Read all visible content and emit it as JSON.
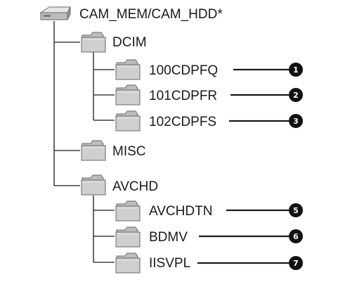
{
  "root": {
    "label": "CAM_MEM/CAM_HDD*",
    "icon": "drive-icon"
  },
  "folders": [
    {
      "id": "dcim",
      "label": "DCIM",
      "icon": "folder-icon",
      "children": [
        {
          "id": "100cdpfq",
          "label": "100CDPFQ",
          "icon": "folder-icon",
          "marker": "1"
        },
        {
          "id": "101cdpfr",
          "label": "101CDPFR",
          "icon": "folder-icon",
          "marker": "2"
        },
        {
          "id": "102cdpfs",
          "label": "102CDPFS",
          "icon": "folder-icon",
          "marker": "3"
        }
      ]
    },
    {
      "id": "misc",
      "label": "MISC",
      "icon": "folder-icon",
      "children": []
    },
    {
      "id": "avchd",
      "label": "AVCHD",
      "icon": "folder-icon",
      "children": [
        {
          "id": "avchdtn",
          "label": "AVCHDTN",
          "icon": "folder-icon",
          "marker": "5"
        },
        {
          "id": "bdmv",
          "label": "BDMV",
          "icon": "folder-icon",
          "marker": "6"
        },
        {
          "id": "iisvpl",
          "label": "IISVPL",
          "icon": "folder-icon",
          "marker": "7"
        }
      ]
    }
  ],
  "colors": {
    "line": "#1a1a1a",
    "folder_fill": "#cfcfcf",
    "folder_tab": "#bdbdbd",
    "folder_stroke": "#6a6a6a",
    "marker_fill": "#111111",
    "marker_text": "#ffffff"
  }
}
